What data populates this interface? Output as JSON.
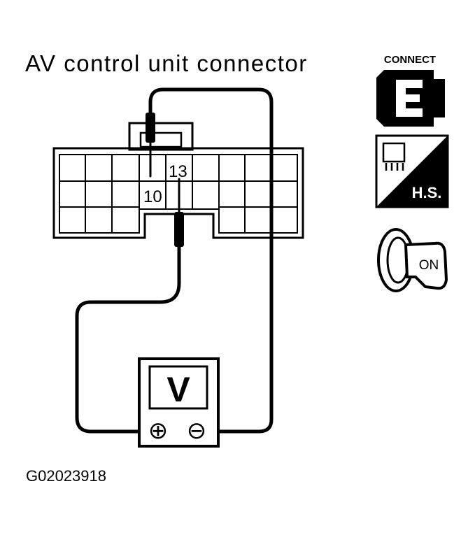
{
  "title": "AV control unit connector",
  "pins": {
    "left": "10",
    "right": "13"
  },
  "meter": {
    "symbol": "V",
    "positive": "⊕",
    "negative": "⊖"
  },
  "icons": {
    "connect_label": "CONNECT",
    "harness_label": "H.S.",
    "ignition_label": "ON"
  },
  "figure_id": "G02023918"
}
